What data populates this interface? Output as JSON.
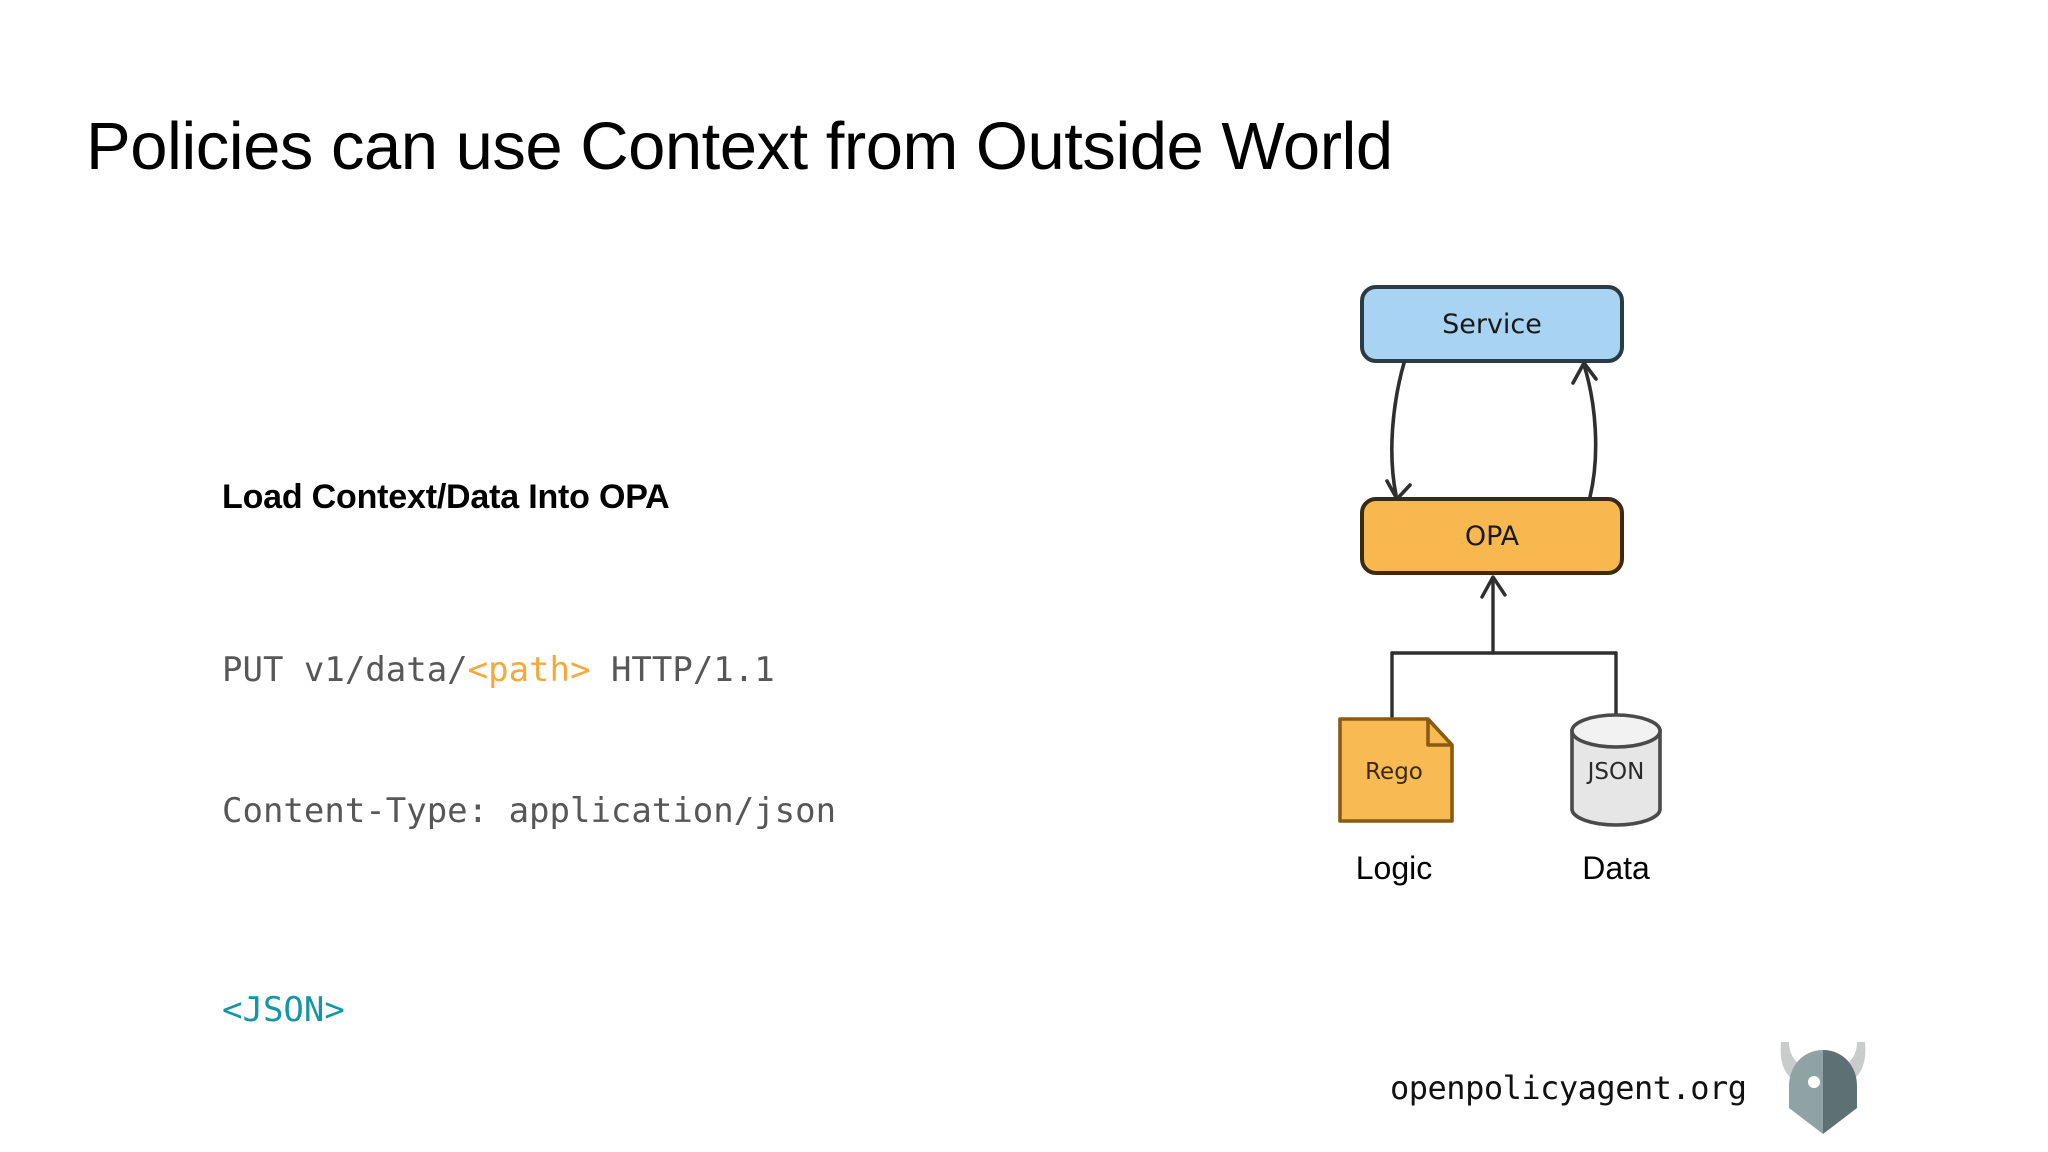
{
  "slide": {
    "title": "Policies can use Context from Outside World"
  },
  "content": {
    "heading": "Load Context/Data Into OPA",
    "code": {
      "line1_prefix": "PUT v1/data/",
      "line1_path": "<path>",
      "line1_suffix": " HTTP/1.1",
      "line2": "Content-Type: application/json",
      "json_placeholder": "<JSON>"
    }
  },
  "diagram": {
    "service_label": "Service",
    "opa_label": "OPA",
    "rego_label": "Rego",
    "json_label": "JSON",
    "logic_caption": "Logic",
    "data_caption": "Data"
  },
  "footer": {
    "url": "openpolicyagent.org",
    "logo_name": "opa-viking-helmet-logo"
  },
  "colors": {
    "service_fill": "#a8d3f2",
    "service_stroke": "#2b3a44",
    "opa_fill": "#f7b94f",
    "opa_stroke": "#3a2b10",
    "rego_fill": "#f8bb54",
    "rego_stroke": "#8a5a12",
    "db_fill": "#e6e6e6",
    "db_stroke": "#4a4a4a",
    "arrow_stroke": "#2f2f2f",
    "code_text": "#575757",
    "path_token": "#f5a83c",
    "json_token": "#1595a6",
    "logo_light": "#8fa3a4",
    "logo_dark": "#5d7174",
    "logo_horn": "#c9cccb"
  }
}
